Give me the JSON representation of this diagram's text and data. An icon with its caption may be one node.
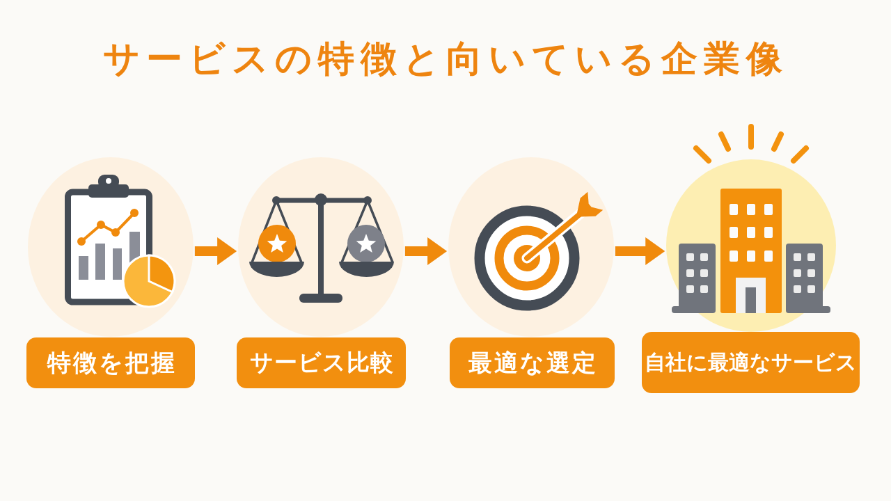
{
  "diagram": {
    "title": "サービスの特徴と向いている企業像",
    "nodes": [
      {
        "text": [
          "特徴を把握"
        ]
      },
      {
        "text": [
          "サービス比較"
        ]
      },
      {
        "text": [
          "最適な選定"
        ]
      },
      {
        "text": [
          "自社に最適なサービス"
        ]
      }
    ],
    "edges": [
      {
        "from": 0,
        "to": 1,
        "arrow": "to"
      },
      {
        "from": 1,
        "to": 2,
        "arrow": "to"
      },
      {
        "from": 2,
        "to": 3,
        "arrow": "to"
      }
    ]
  }
}
